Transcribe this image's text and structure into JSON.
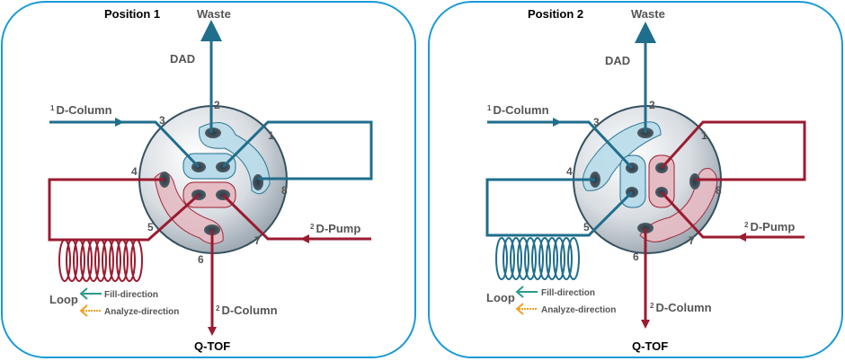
{
  "colors": {
    "frame": "#1a9ad6",
    "teal": "#1f6e8c",
    "crimson": "#9b1b30",
    "fill_arrow": "#2a9a8a",
    "analyze_arrow": "#f0a020",
    "text_gray": "#555555"
  },
  "panels": [
    {
      "title": "Position 1",
      "waste": "Waste",
      "dad": "DAD",
      "col1": "D-Column",
      "col1_sup": "1",
      "pump": "D-Pump",
      "pump_sup": "2",
      "col2": "D-Column",
      "col2_sup": "2",
      "qtof": "Q-TOF",
      "loop": "Loop",
      "fill": "Fill-direction",
      "analyze": "Analyze-direction",
      "ports": [
        "1",
        "2",
        "3",
        "4",
        "5",
        "6",
        "7",
        "8"
      ],
      "loop_color": "crimson"
    },
    {
      "title": "Position 2",
      "waste": "Waste",
      "dad": "DAD",
      "col1": "D-Column",
      "col1_sup": "1",
      "pump": "D-Pump",
      "pump_sup": "2",
      "col2": "D-Column",
      "col2_sup": "2",
      "qtof": "Q-TOF",
      "loop": "Loop",
      "fill": "Fill-direction",
      "analyze": "Analyze-direction",
      "ports": [
        "1",
        "2",
        "3",
        "4",
        "5",
        "6",
        "7",
        "8"
      ],
      "loop_color": "teal"
    }
  ]
}
